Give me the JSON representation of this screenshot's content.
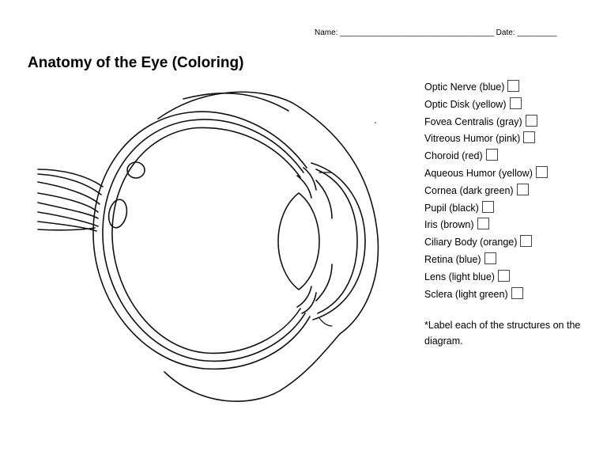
{
  "header": {
    "name_label": "Name:",
    "name_line": "___________________________________",
    "date_label": "Date:",
    "date_line": "_________"
  },
  "title": "Anatomy of the Eye (Coloring)",
  "legend": [
    {
      "label": "Optic Nerve (blue)"
    },
    {
      "label": "Optic Disk (yellow)"
    },
    {
      "label": "Fovea Centralis (gray)"
    },
    {
      "label": "Vitreous Humor (pink)"
    },
    {
      "label": "Choroid (red)"
    },
    {
      "label": "Aqueous Humor (yellow)"
    },
    {
      "label": "Cornea (dark green)"
    },
    {
      "label": "Pupil (black)"
    },
    {
      "label": "Iris (brown)"
    },
    {
      "label": "Ciliary Body (orange)"
    },
    {
      "label": "Retina (blue)"
    },
    {
      "label": "Lens (light blue)"
    },
    {
      "label": "Sclera (light green)"
    }
  ],
  "note": "*Label each of the structures on the diagram."
}
